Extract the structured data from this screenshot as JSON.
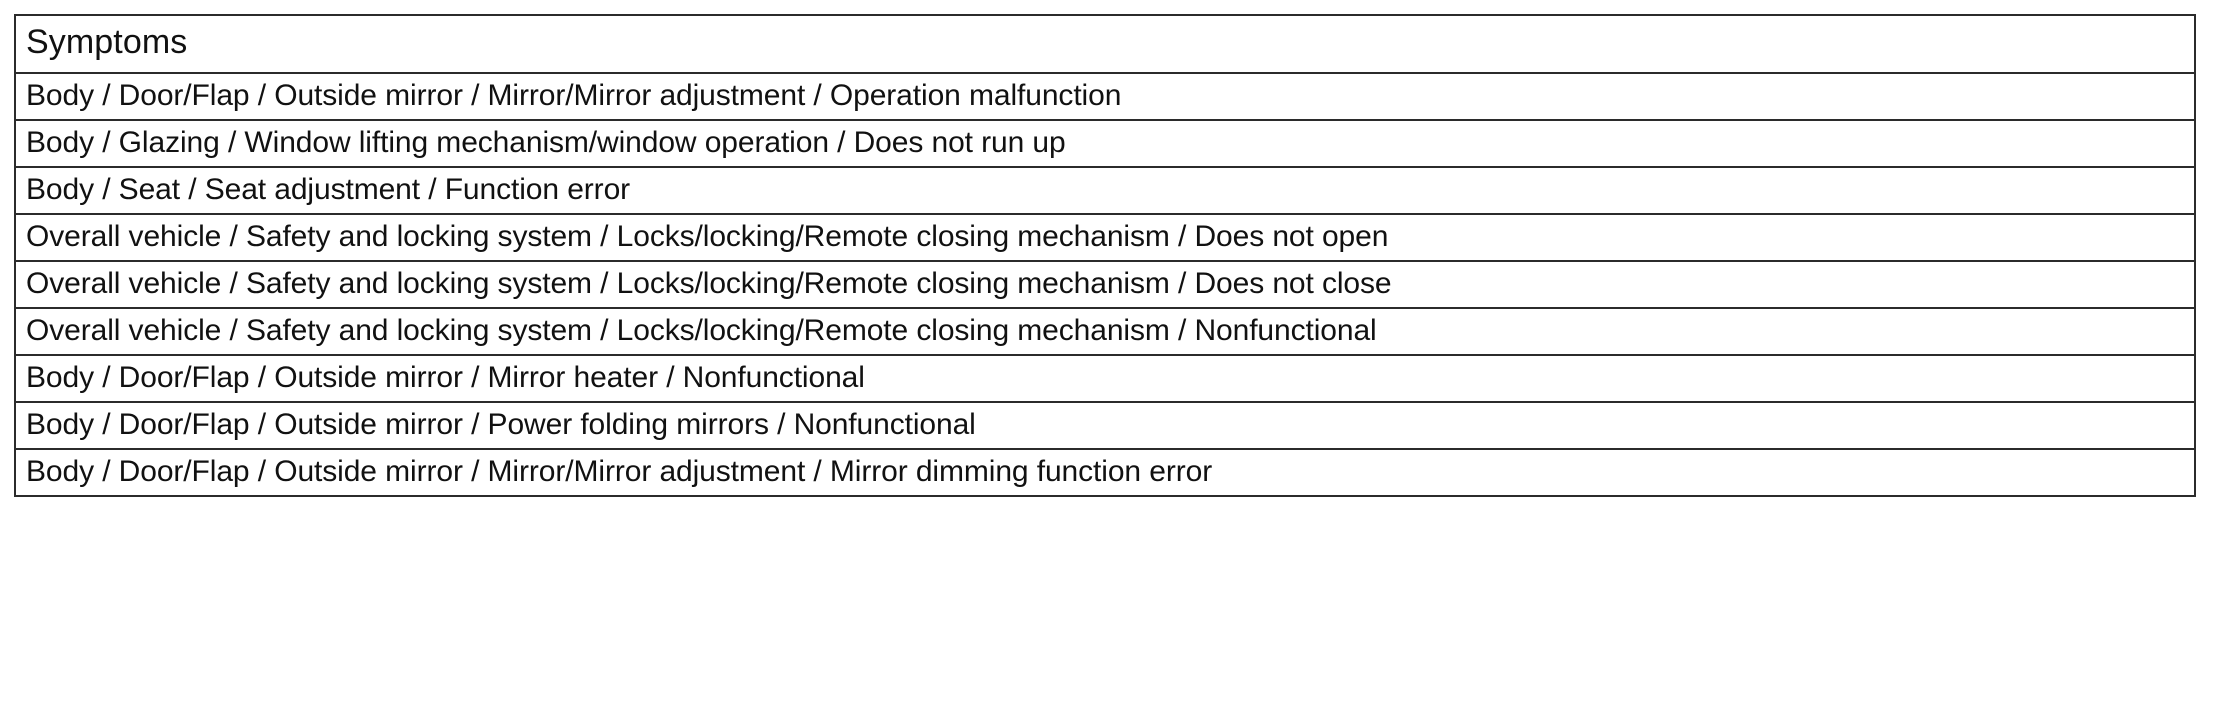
{
  "table": {
    "name": "symptoms-table",
    "columns": [
      "Symptoms"
    ],
    "header": {
      "symptoms": "Symptoms"
    },
    "rows": [
      {
        "symptom": "Body / Door/Flap / Outside mirror / Mirror/Mirror adjustment / Operation malfunction"
      },
      {
        "symptom": "Body / Glazing / Window lifting mechanism/window operation / Does not run up"
      },
      {
        "symptom": "Body / Seat / Seat adjustment / Function error"
      },
      {
        "symptom": "Overall vehicle / Safety and locking system / Locks/locking/Remote closing mechanism / Does not open"
      },
      {
        "symptom": "Overall vehicle / Safety and locking system / Locks/locking/Remote closing mechanism / Does not close"
      },
      {
        "symptom": "Overall vehicle / Safety and locking system / Locks/locking/Remote closing mechanism / Nonfunctional"
      },
      {
        "symptom": "Body / Door/Flap / Outside mirror / Mirror heater / Nonfunctional"
      },
      {
        "symptom": "Body / Door/Flap / Outside mirror / Power folding mirrors / Nonfunctional"
      },
      {
        "symptom": "Body / Door/Flap / Outside mirror / Mirror/Mirror adjustment / Mirror dimming function error"
      }
    ],
    "row_count": 9
  },
  "style": {
    "border_color": "#2b2b2b",
    "text_color": "#111111",
    "background": "#ffffff"
  }
}
